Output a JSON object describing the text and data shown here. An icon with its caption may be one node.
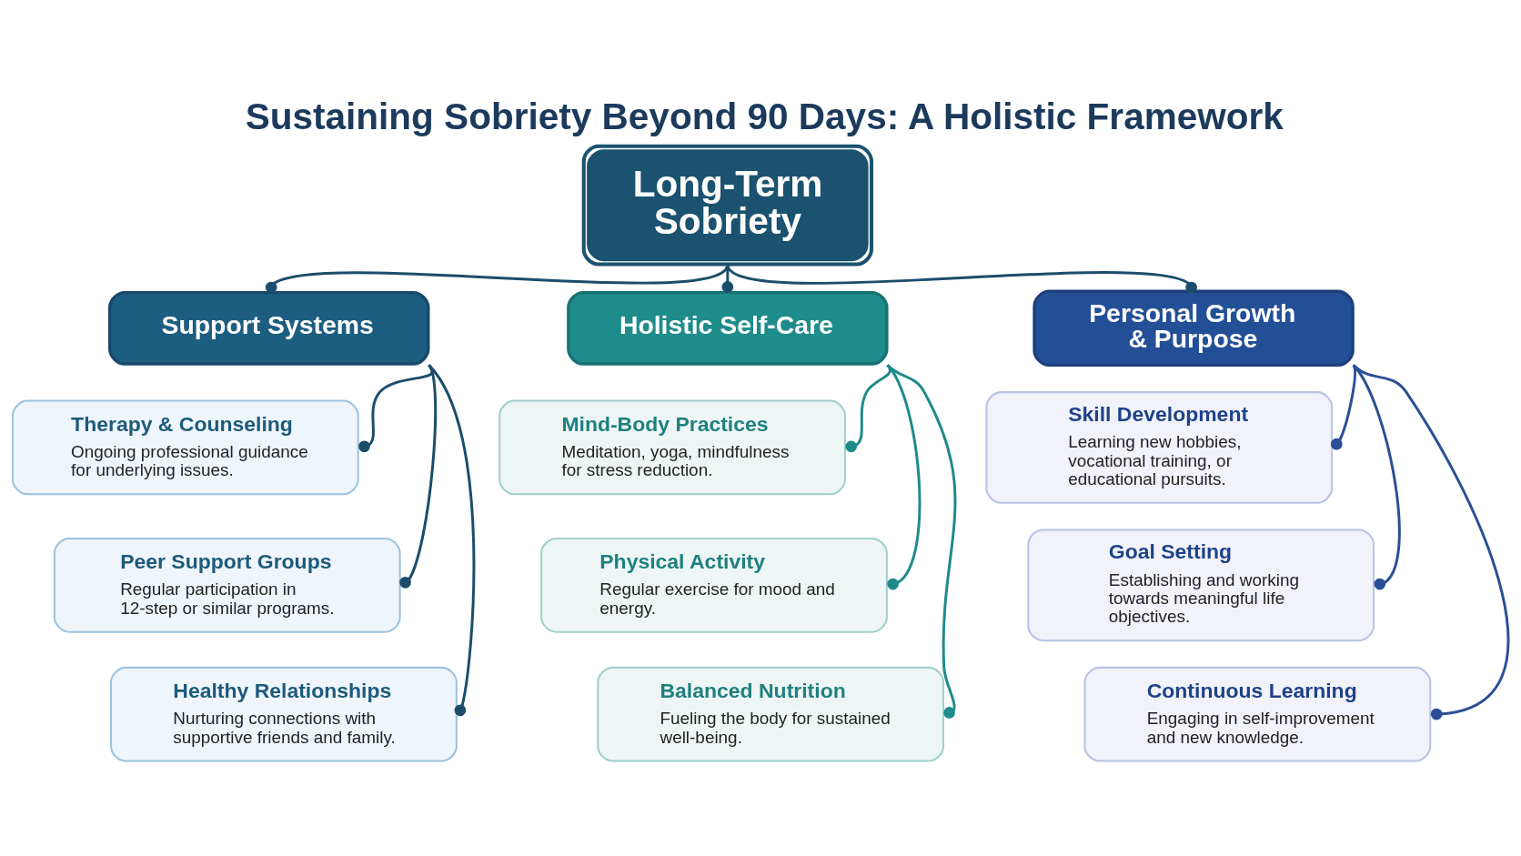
{
  "diagram": {
    "title": "Sustaining Sobriety Beyond 90 Days: A Holistic Framework",
    "nodes": [
      {
        "text": [
          "Long-Term Sobriety"
        ]
      },
      {
        "text": [
          "Support Systems"
        ]
      },
      {
        "text": [
          "Holistic Self-Care"
        ]
      },
      {
        "text": [
          "Personal Growth & Purpose"
        ]
      },
      {
        "text": [
          "Therapy & Counseling",
          "Ongoing professional guidance for underlying issues."
        ]
      },
      {
        "text": [
          "Peer Support Groups",
          "Regular participation in 12-step or similar programs."
        ]
      },
      {
        "text": [
          "Healthy Relationships",
          "Nurturing connections with supportive friends and family."
        ]
      },
      {
        "text": [
          "Mind-Body Practices",
          "Meditation, yoga, mindfulness for stress reduction."
        ]
      },
      {
        "text": [
          "Physical Activity",
          "Regular exercise for mood and energy."
        ]
      },
      {
        "text": [
          "Balanced Nutrition",
          "Fueling the body for sustained well-being."
        ]
      },
      {
        "text": [
          "Skill Development",
          "Learning new hobbies, vocational training, or educational pursuits."
        ]
      },
      {
        "text": [
          "Goal Setting",
          "Establishing and working towards meaningful life objectives."
        ]
      },
      {
        "text": [
          "Continuous Learning",
          "Engaging in self-improvement and new knowledge."
        ]
      }
    ],
    "edges": [
      {
        "from": 0,
        "to": 1,
        "arrow": "other"
      },
      {
        "from": 0,
        "to": 2,
        "arrow": "other"
      },
      {
        "from": 0,
        "to": 3,
        "arrow": "other"
      },
      {
        "from": 1,
        "to": 4,
        "arrow": "other"
      },
      {
        "from": 1,
        "to": 5,
        "arrow": "other"
      },
      {
        "from": 1,
        "to": 6,
        "arrow": "other"
      },
      {
        "from": 2,
        "to": 7,
        "arrow": "other",
        "color": "#1f8a8a"
      },
      {
        "from": 2,
        "to": 8,
        "arrow": "other",
        "color": "#1f8a8a"
      },
      {
        "from": 2,
        "to": 9,
        "arrow": "other",
        "color": "#1f8a8a"
      },
      {
        "from": 3,
        "to": 10,
        "arrow": "other",
        "color": "#2a4f96"
      },
      {
        "from": 3,
        "to": 11,
        "arrow": "other",
        "color": "#2a4f96"
      },
      {
        "from": 3,
        "to": 12,
        "arrow": "other",
        "color": "#2a4f96"
      }
    ]
  }
}
